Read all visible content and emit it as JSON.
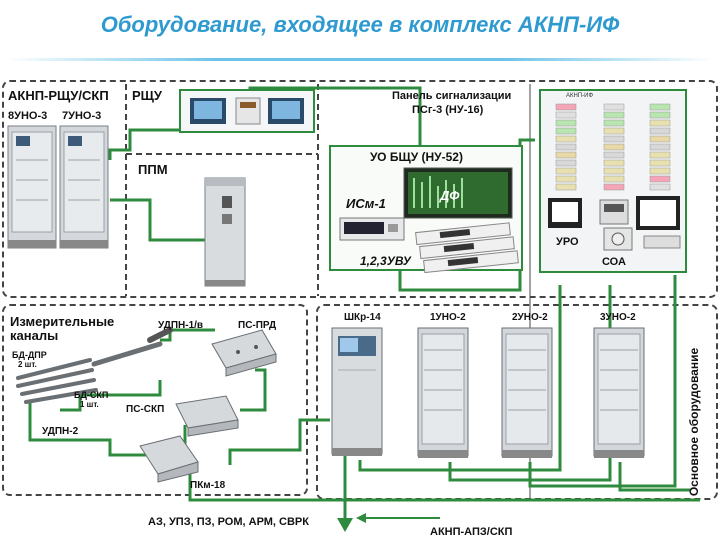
{
  "title": "Оборудование, входящее в комплекс АКНП-ИФ",
  "labels": {
    "rshu_skp": "АКНП-РЩУ/СКП",
    "uno8": "8УНО-3",
    "uno7": "7УНО-3",
    "rshu": "РЩУ",
    "ppm": "ППМ",
    "panel_line1": "Панель сигнализации",
    "panel_line2": "ПСг-3 (НУ-16)",
    "uo_bshu": "УО БЩУ (НУ-52)",
    "ism": "ИСм-1",
    "df": "ДФ",
    "uvu": "1,2,3УВУ",
    "uro": "УРО",
    "soa": "СОА",
    "meas_line1": "Измерительные",
    "meas_line2": "каналы",
    "udpn1": "УДПН-1/в",
    "ps_prd": "ПС-ПРД",
    "bd_dpr_1": "БД-ДПР",
    "bd_dpr_2": "2 шт.",
    "bd_skp_1": "БД-СКП",
    "bd_skp_2": "1 шт.",
    "ps_skp": "ПС-СКП",
    "udpn2": "УДПН-2",
    "pkm": "ПКм-18",
    "shkr": "ШКр-14",
    "uno1": "1УНО-2",
    "uno2": "2УНО-2",
    "uno3": "3УНО-2",
    "main_equipment": "Основное оборудование",
    "outputs": "АЗ, УПЗ, ПЗ, РОМ, АРМ, СВРК",
    "apz": "АКНП-АПЗ/СКП",
    "panel_header": "АКНП-ИФ"
  },
  "colors": {
    "title": "#2e9ad0",
    "cable": "#2e8b3d",
    "cabinet": "#d4d8dc",
    "dash": "#444444"
  }
}
